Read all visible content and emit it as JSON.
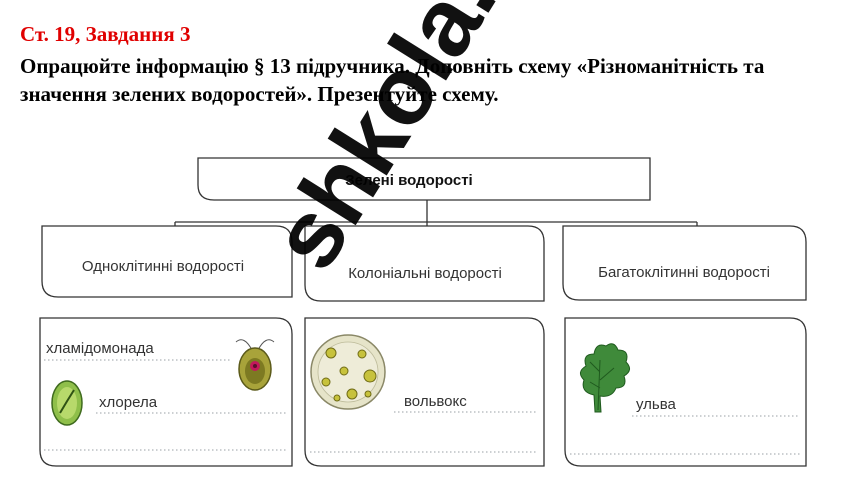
{
  "task": {
    "title": "Ст. 19, Завдання 3",
    "instructions": "Опрацюйте інформацію § 13 підручника. Доповніть схему «Різноманітність та значення зелених водоростей». Презентуйте схему."
  },
  "diagram": {
    "root": "Зелені водорості",
    "categories": [
      "Одноклітинні водорості",
      "Колоніальні водорості",
      "Багатоклітинні водорості"
    ],
    "answers": {
      "unicellular_1": "хламідомонада",
      "unicellular_2": "хлорела",
      "colonial": "вольвокс",
      "multicellular": "ульва"
    },
    "illustrations": [
      "chlamydomonas-icon",
      "chlorella-icon",
      "volvox-icon",
      "ulva-icon"
    ]
  },
  "watermark": "shkola.in.ua",
  "colors": {
    "title": "#e00000",
    "box_stroke": "#333333",
    "dotted_line": "#9aa0a6",
    "watermark": "#000000"
  }
}
